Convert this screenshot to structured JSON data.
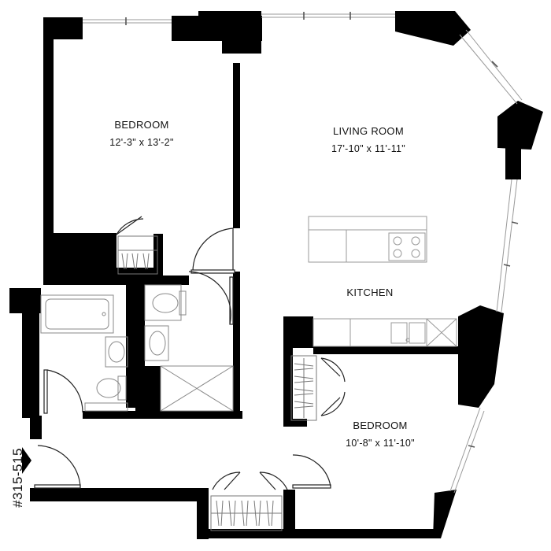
{
  "rooms": {
    "bedroom_1": {
      "name": "BEDROOM",
      "dims": "12'-3\" x 13'-2\""
    },
    "living_room": {
      "name": "LIVING ROOM",
      "dims": "17'-10\" x 11'-11\""
    },
    "kitchen": {
      "name": "KITCHEN"
    },
    "bedroom_2": {
      "name": "BEDROOM",
      "dims": "10'-8\" x 11'-10\""
    }
  },
  "unit_label": "#315-515",
  "colors": {
    "wall": "#000000",
    "fixture": "#888888",
    "window": "#999999",
    "background": "#ffffff"
  }
}
